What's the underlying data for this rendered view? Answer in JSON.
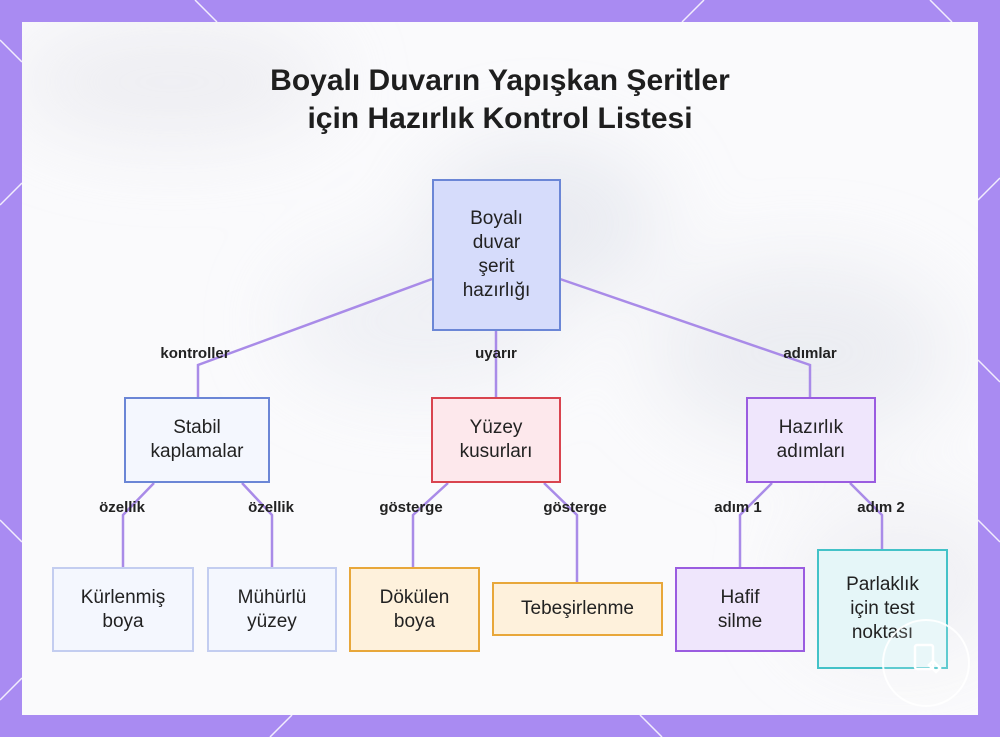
{
  "title_lines": [
    "Boyalı Duvarın Yapışkan Şeritler",
    "için Hazırlık Kontrol Listesi"
  ],
  "colors": {
    "frame": "#a98bf2",
    "edge": "#a98be8",
    "blue_border": "#6b86d6",
    "blue_fill": "#f4f7fe",
    "root_fill": "#d6dcfb",
    "red_border": "#d9444f",
    "red_fill": "#fde8ec",
    "purple_border": "#9a5ce0",
    "purple_fill": "#efe6fc",
    "orange_border": "#e8a73a",
    "orange_fill": "#fef1dc",
    "teal_border": "#43c2c8",
    "teal_fill": "#e5f6f8"
  },
  "nodes": {
    "root": [
      "Boyalı",
      "duvar",
      "şerit",
      "hazırlığı"
    ],
    "stable_coatings": [
      "Stabil",
      "kaplamalar"
    ],
    "surface_defects": [
      "Yüzey",
      "kusurları"
    ],
    "prep_steps": [
      "Hazırlık",
      "adımları"
    ],
    "cured_paint": [
      "Kürlenmiş",
      "boya"
    ],
    "sealed_surface": [
      "Mühürlü",
      "yüzey"
    ],
    "peeling_paint": [
      "Dökülen",
      "boya"
    ],
    "chalking": [
      "Tebeşirlenme"
    ],
    "light_wipe": [
      "Hafif",
      "silme"
    ],
    "gloss_test": [
      "Parlaklık",
      "için test",
      "noktası"
    ]
  },
  "edge_labels": {
    "controls": "kontroller",
    "warns": "uyarır",
    "steps": "adımlar",
    "feature_1": "özellik",
    "feature_2": "özellik",
    "indicator_1": "gösterge",
    "indicator_2": "gösterge",
    "step_1": "adım 1",
    "step_2": "adım 2"
  }
}
